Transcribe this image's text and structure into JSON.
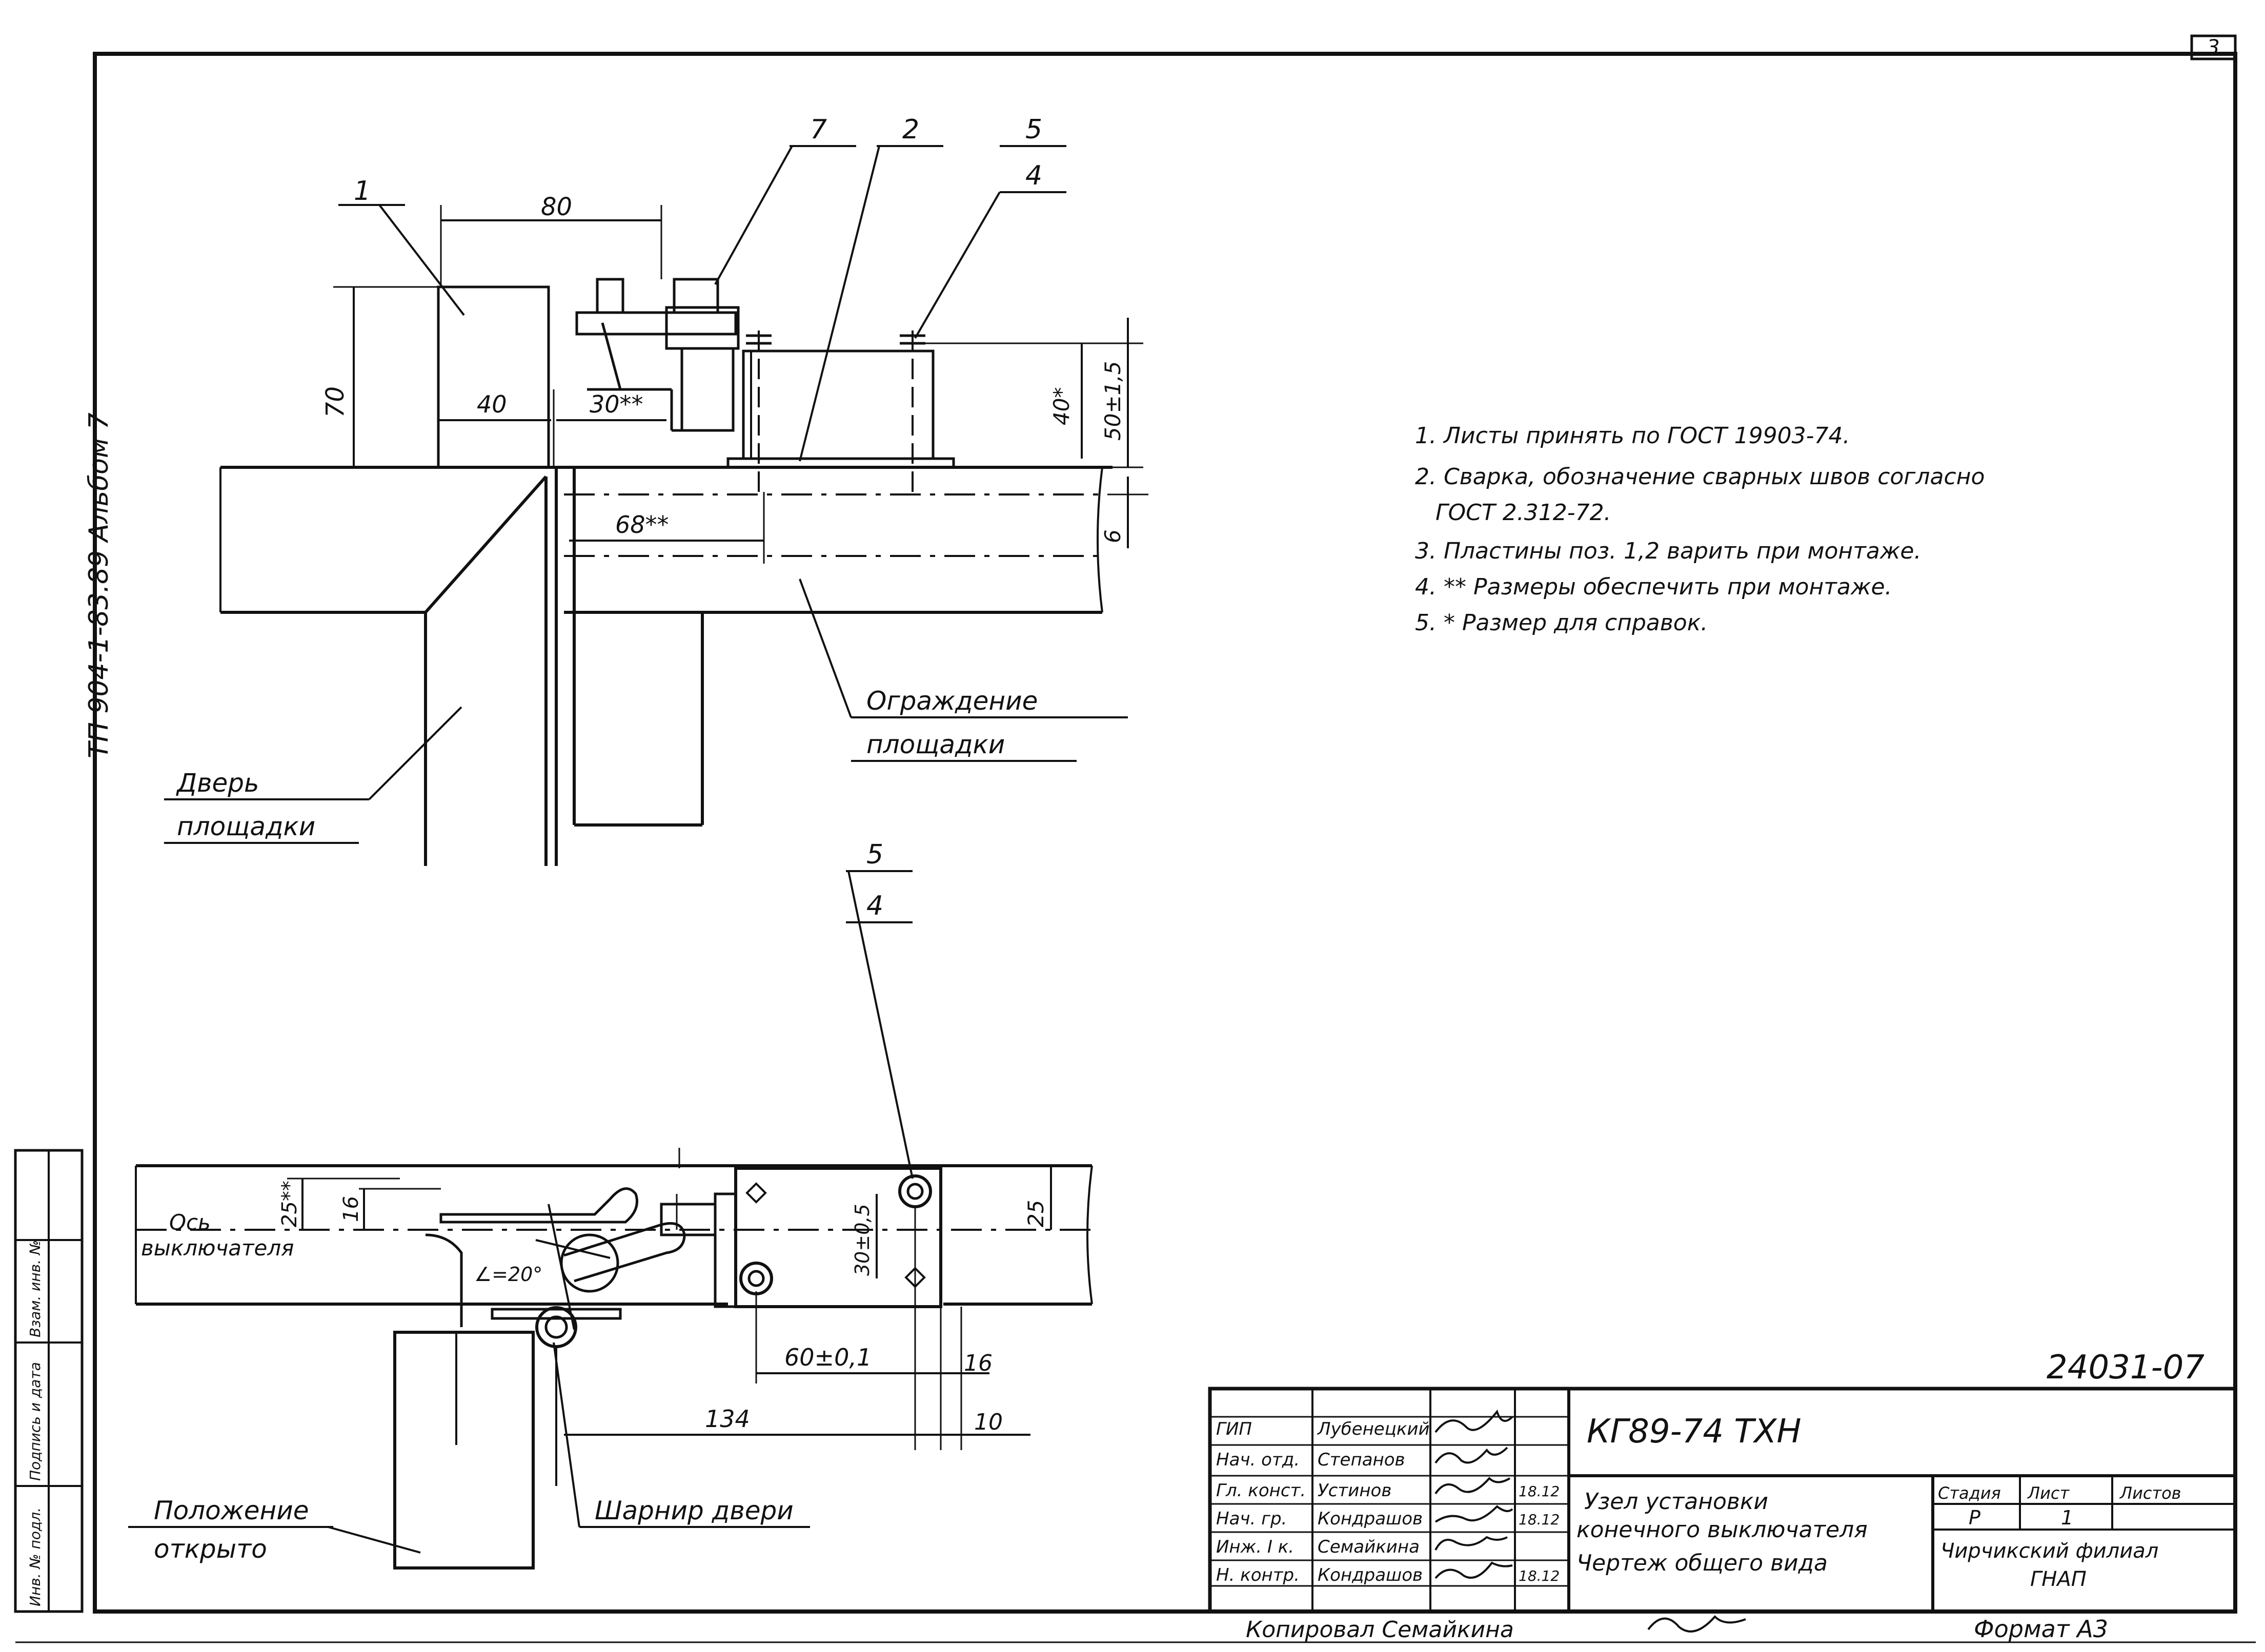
{
  "sheet": {
    "number": "3",
    "side_label": "ТП 904-1-83.89    Альбом 7",
    "inventory_number": "24031-07",
    "format": "Формат А3",
    "copied_by": "Копировал   Семайкина"
  },
  "notes": [
    "1. Листы принять по ГОСТ 19903-74.",
    "2. Сварка, обозначение сварных швов согласно",
    "ГОСТ 2.312-72.",
    "3. Пластины поз. 1,2 варить при монтаже.",
    "4. ** Размеры обеспечить при монтаже.",
    "5. * Размер для справок."
  ],
  "top_view": {
    "positions": [
      "1",
      "7",
      "2",
      "5",
      "4"
    ],
    "dims": {
      "d80": "80",
      "d70": "70",
      "d40": "40",
      "d30": "30**",
      "d68": "68**",
      "d40s": "40*",
      "d50": "50±1,5",
      "d6": "6"
    },
    "labels": {
      "fence_1": "Ограждение",
      "fence_2": "площадки",
      "door_1": "Дверь",
      "door_2": "площадки"
    }
  },
  "bottom_view": {
    "positions": [
      "5",
      "4"
    ],
    "dims": {
      "d25s": "25**",
      "d16": "16",
      "angle": "∠=20°",
      "d30": "30±0,5",
      "d25": "25",
      "d60": "60±0,1",
      "d16b": "16",
      "d134": "134",
      "d10": "10"
    },
    "labels": {
      "axis_1": "Ось",
      "axis_2": "выключателя",
      "open_1": "Положение",
      "open_2": "открыто",
      "hinge": "Шарнир двери"
    }
  },
  "left_stamp": [
    "Инв. № подл.",
    "Подпись и дата",
    "Взам. инв. №"
  ],
  "title_block": {
    "code": "КГ89-74   ТХН",
    "title_1": "Узел установки",
    "title_2": "конечного выключателя",
    "title_3": "Чертеж общего вида",
    "col_stage": "Стадия",
    "col_sheet": "Лист",
    "col_sheets": "Листов",
    "stage": "Р",
    "sheet": "1",
    "organization_1": "Чирчикский филиал",
    "organization_2": "ГНАП",
    "rows": [
      {
        "role": "ГИП",
        "name": "Лубенецкий",
        "date": ""
      },
      {
        "role": "Нач. отд.",
        "name": "Степанов",
        "date": ""
      },
      {
        "role": "Гл. конст.",
        "name": "Устинов",
        "date": "18.12"
      },
      {
        "role": "Нач. гр.",
        "name": "Кондрашов",
        "date": "18.12"
      },
      {
        "role": "Инж. I к.",
        "name": "Семайкина",
        "date": ""
      },
      {
        "role": "Н. контр.",
        "name": "Кондрашов",
        "date": "18.12"
      }
    ]
  }
}
